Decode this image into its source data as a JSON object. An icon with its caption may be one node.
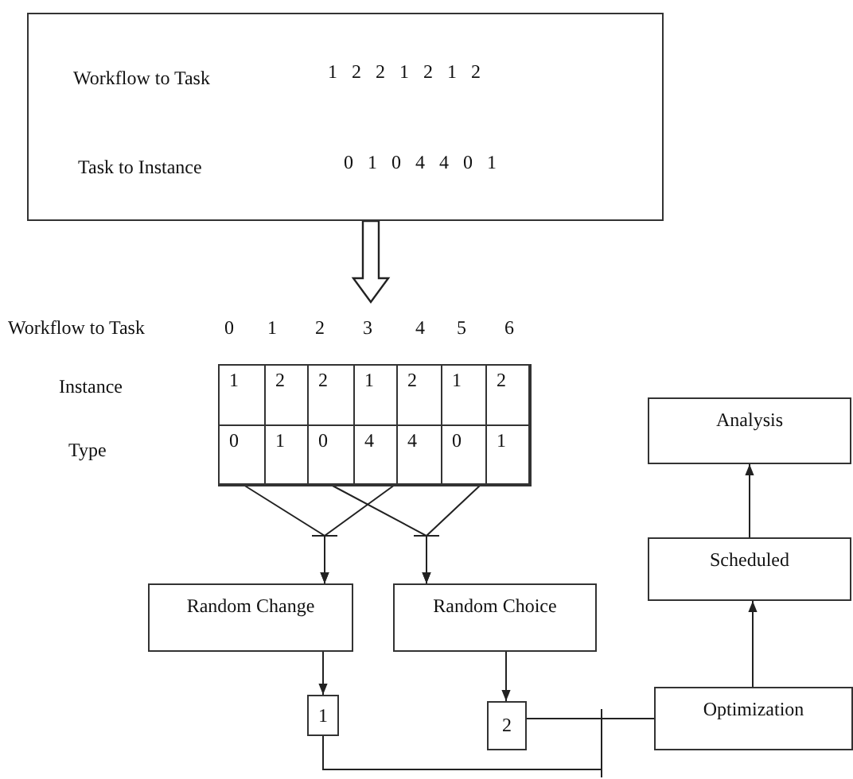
{
  "diagram": {
    "nodes": [
      {
        "text": [
          "Workflow to Task",
          "1 2 2 1 2 1 2",
          "Task to Instance",
          "0 1 0 4 4 0 1"
        ]
      },
      {
        "text": [],
        "shape": "box"
      },
      {
        "text": [
          "1"
        ],
        "in": 1
      },
      {
        "text": [
          "2"
        ],
        "in": 1
      },
      {
        "text": [
          "2"
        ],
        "in": 1
      },
      {
        "text": [
          "1"
        ],
        "in": 1
      },
      {
        "text": [
          "2"
        ],
        "in": 1
      },
      {
        "text": [
          "1"
        ],
        "in": 1
      },
      {
        "text": [
          "2"
        ],
        "in": 1
      },
      {
        "text": [
          "0"
        ],
        "in": 1
      },
      {
        "text": [
          "1"
        ],
        "in": 1
      },
      {
        "text": [
          "0"
        ],
        "in": 1
      },
      {
        "text": [
          "4"
        ],
        "in": 1
      },
      {
        "text": [
          "4"
        ],
        "in": 1
      },
      {
        "text": [
          "0"
        ],
        "in": 1
      },
      {
        "text": [
          "1"
        ],
        "in": 1
      },
      {
        "text": [
          "Random Change"
        ]
      },
      {
        "text": [
          "Random Choice"
        ]
      },
      {
        "text": [
          "1"
        ]
      },
      {
        "text": [
          "2"
        ]
      },
      {
        "text": [
          "Optimization"
        ]
      },
      {
        "text": [
          "Scheduled"
        ]
      },
      {
        "text": [
          "Analysis"
        ]
      }
    ],
    "edges": [
      {
        "from": 0,
        "to": 1,
        "arrow": "to",
        "style": "thick"
      },
      {
        "from": 9,
        "to": 16,
        "arrow": "to"
      },
      {
        "from": 12,
        "to": 16,
        "arrow": "to"
      },
      {
        "from": 11,
        "to": 17,
        "arrow": "to"
      },
      {
        "from": 14,
        "to": 17,
        "arrow": "to"
      },
      {
        "from": 16,
        "to": 18,
        "arrow": "to"
      },
      {
        "from": 17,
        "to": 19,
        "arrow": "to"
      },
      {
        "from": 19,
        "to": 20,
        "arrow": "none"
      },
      {
        "from": 18,
        "to": 20,
        "arrow": "none"
      },
      {
        "from": 20,
        "to": 21,
        "arrow": "to"
      },
      {
        "from": 21,
        "to": 22,
        "arrow": "to"
      }
    ],
    "labels": [
      "Workflow to Task",
      "0",
      "1",
      "2",
      "3",
      "4",
      "5",
      "6",
      "Instance",
      "Type"
    ]
  }
}
